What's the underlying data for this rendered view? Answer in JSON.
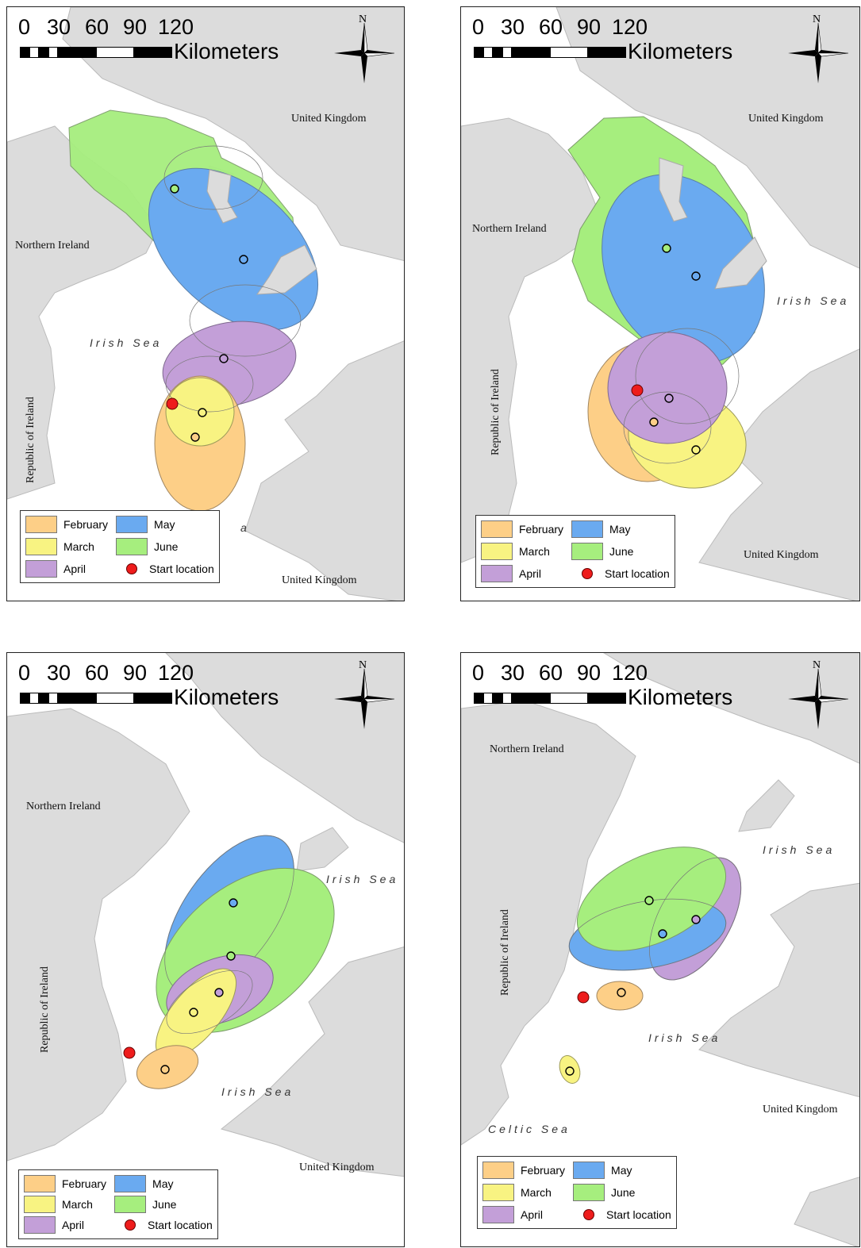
{
  "colors": {
    "february": "#fdcf87",
    "march": "#f8f382",
    "april": "#c39fd8",
    "may": "#6aaaf0",
    "june": "#a6ee7e",
    "start": "#ee1c1c",
    "land": "#dcdcdc"
  },
  "scale": {
    "ticks": [
      "0",
      "30",
      "60",
      "90",
      "120"
    ],
    "unit": "Kilometers"
  },
  "north_label": "N",
  "legend": {
    "february": "February",
    "march": "March",
    "april": "April",
    "may": "May",
    "june": "June",
    "start": "Start location"
  },
  "panels": [
    {
      "labels": {
        "uk_top": "United Kingdom",
        "ni": "Northern Ireland",
        "irish_sea": "Irish Sea",
        "roi": "Republic of Ireland",
        "uk_bottom": "United Kingdom",
        "partial_sea": "a"
      }
    },
    {
      "labels": {
        "uk_top": "United Kingdom",
        "ni": "Northern Ireland",
        "irish_sea": "Irish Sea",
        "roi": "Republic of Ireland",
        "uk_bottom": "United Kingdom"
      }
    },
    {
      "labels": {
        "ni": "Northern Ireland",
        "irish_sea_top": "Irish Sea",
        "roi": "Republic of Ireland",
        "irish_sea_bottom": "Irish Sea",
        "uk_bottom": "United Kingdom"
      }
    },
    {
      "labels": {
        "ni": "Northern Ireland",
        "irish_sea_top": "Irish Sea",
        "roi": "Republic of Ireland",
        "irish_sea_mid": "Irish Sea",
        "uk": "United Kingdom",
        "celtic_sea": "Celtic Sea"
      }
    }
  ]
}
